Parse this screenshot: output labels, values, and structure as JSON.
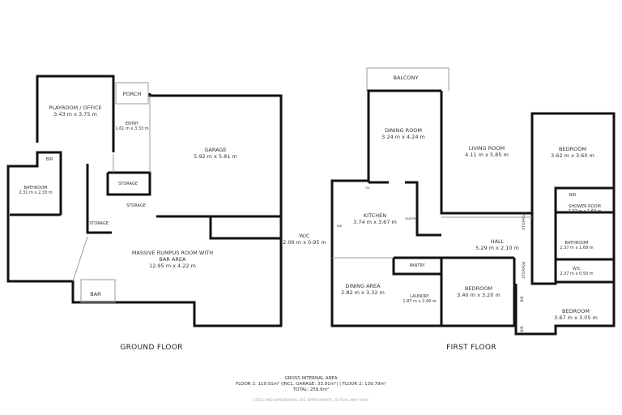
{
  "ground_floor": {
    "title": "GROUND FLOOR",
    "rooms": [
      {
        "name": "PLAYROOM / OFFICE",
        "size": "3.43 m x 3.75 m"
      },
      {
        "name": "PORCH",
        "size": ""
      },
      {
        "name": "ENTRY",
        "size": "1.61 m x 3.33 m"
      },
      {
        "name": "GARAGE",
        "size": "5.92 m x 5.81 m"
      },
      {
        "name": "BIR",
        "size": ""
      },
      {
        "name": "BATHROOM",
        "size": "2.31 m x 2.33 m"
      },
      {
        "name": "STORAGE",
        "size": ""
      },
      {
        "name": "STORAGE",
        "size": ""
      },
      {
        "name": "STORAGE",
        "size": ""
      },
      {
        "name": "W/C",
        "size": "2.06 m x 0.95 m"
      },
      {
        "name": "MASSIVE RUMPUS ROOM WITH BAR AREA",
        "size": "12.95 m x 4.22 m"
      },
      {
        "name": "BAR",
        "size": ""
      }
    ]
  },
  "first_floor": {
    "title": "FIRST FLOOR",
    "rooms": [
      {
        "name": "BALCONY",
        "size": ""
      },
      {
        "name": "DINING ROOM",
        "size": "3.24 m x 4.24 m"
      },
      {
        "name": "LIVING ROOM",
        "size": "4.11 m x 5.85 m"
      },
      {
        "name": "BEDROOM",
        "size": "3.62 m x 3.60 m"
      },
      {
        "name": "KITCHEN",
        "size": "3.74 m x 3.67 m"
      },
      {
        "name": "PANTRY",
        "size": ""
      },
      {
        "name": "HALL",
        "size": "5.29 m x 2.10 m"
      },
      {
        "name": "STORAGE",
        "size": ""
      },
      {
        "name": "BIR",
        "size": ""
      },
      {
        "name": "SHOWER ROOM",
        "size": "2.37 m x 1.63 m"
      },
      {
        "name": "BATHROOM",
        "size": "2.37 m x 1.69 m"
      },
      {
        "name": "W/C",
        "size": "2.37 m x 0.93 m"
      },
      {
        "name": "PANTRY",
        "size": ""
      },
      {
        "name": "DINING AREA",
        "size": "2.82 m x 3.32 m"
      },
      {
        "name": "LAUNDRY",
        "size": "1.87 m x 2.49 m"
      },
      {
        "name": "BEDROOM",
        "size": "3.40 m x 3.20 m"
      },
      {
        "name": "STORAGE",
        "size": ""
      },
      {
        "name": "BIR",
        "size": ""
      },
      {
        "name": "BIR",
        "size": ""
      },
      {
        "name": "BEDROOM",
        "size": "3.67 m x 3.05 m"
      },
      {
        "name": "DW",
        "size": ""
      },
      {
        "name": "OV",
        "size": ""
      }
    ]
  },
  "footer": {
    "heading": "GROSS INTERNAL AREA",
    "areas": "FLOOR 1:  119.91m² (INCL. GARAGE: 33.91m²) | FLOOR 2: 139.79m²",
    "total": "TOTAL: 259.6m²",
    "disclaimer": "SIZES AND DIMENSIONS ARE APPROXIMATE, ACTUAL MAY VARY."
  }
}
